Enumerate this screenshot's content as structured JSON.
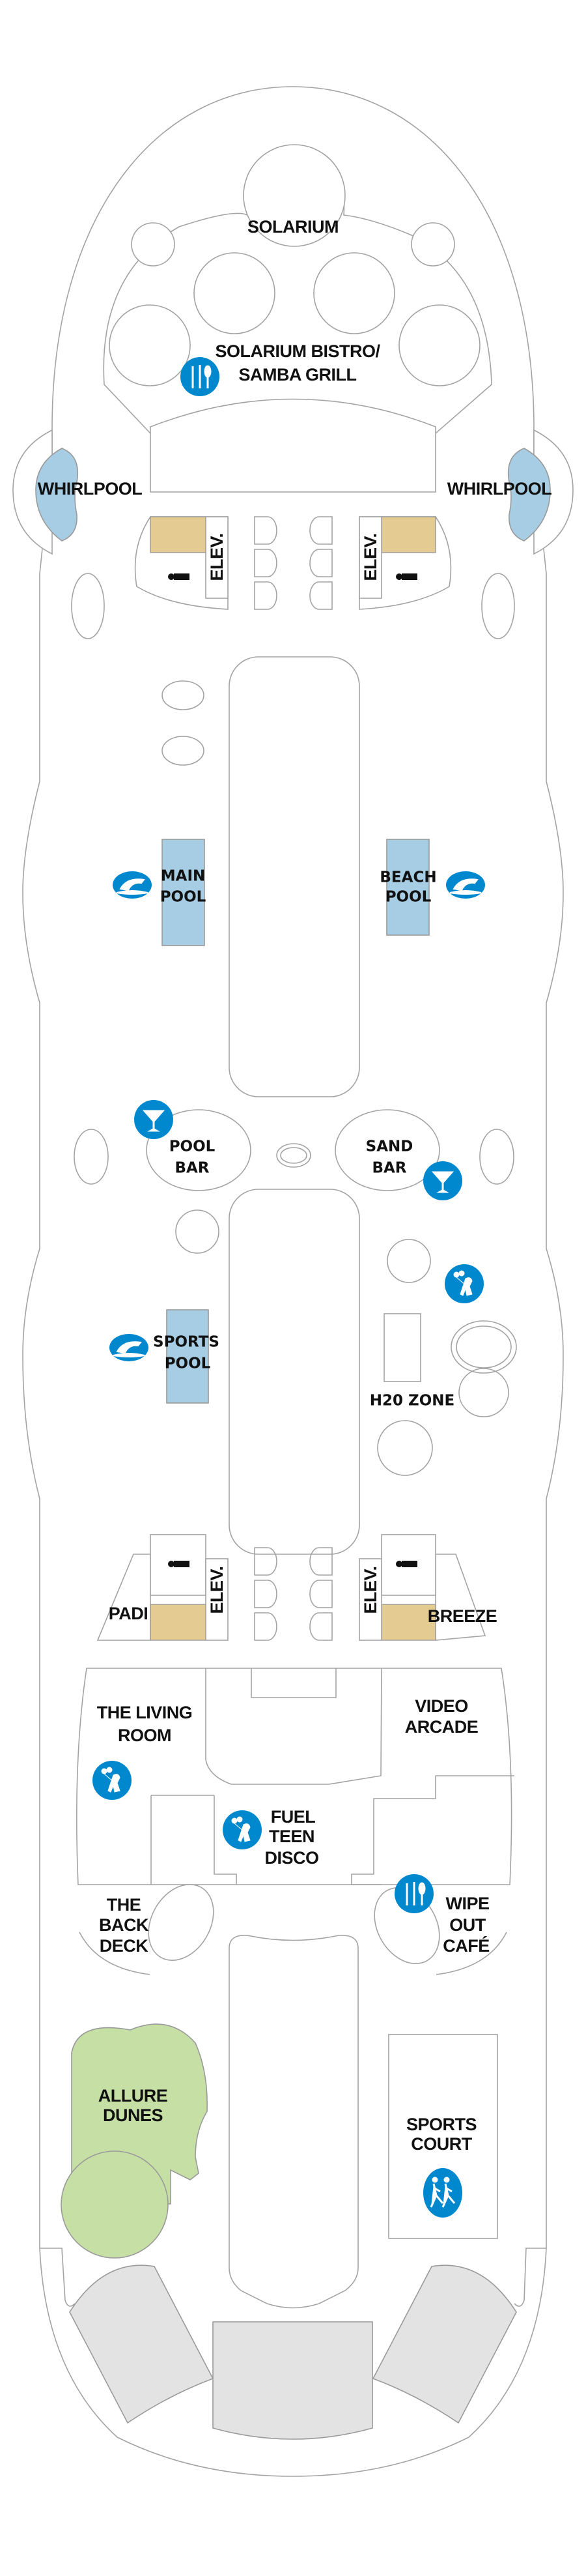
{
  "deck_plan": {
    "colors": {
      "icon": "#0088cf",
      "pool": "#a6cde3",
      "stairs": "#e3cb92",
      "dunes": "#c5dfa5",
      "lifeboat": "#e3e3e3"
    },
    "labels": {
      "solarium": "SOLARIUM",
      "bistro_1": "SOLARIUM BISTRO/",
      "bistro_2": "SAMBA GRILL",
      "whirlpool_left": "WHIRLPOOL",
      "whirlpool_right": "WHIRLPOOL",
      "elev": "ELEV.",
      "main_pool_1": "MAIN",
      "main_pool_2": "POOL",
      "beach_pool_1": "BEACH",
      "beach_pool_2": "POOL",
      "pool_bar_1": "POOL",
      "pool_bar_2": "BAR",
      "sand_bar_1": "SAND",
      "sand_bar_2": "BAR",
      "sports_pool_1": "SPORTS",
      "sports_pool_2": "POOL",
      "h20_zone": "H20 ZONE",
      "padi": "PADI",
      "breeze": "BREEZE",
      "living_room_1": "THE LIVING",
      "living_room_2": "ROOM",
      "video_arcade_1": "VIDEO",
      "video_arcade_2": "ARCADE",
      "fuel_1": "FUEL",
      "fuel_2": "TEEN",
      "fuel_3": "DISCO",
      "back_deck_1": "THE",
      "back_deck_2": "BACK",
      "back_deck_3": "DECK",
      "wipe_out_1": "WIPE",
      "wipe_out_2": "OUT",
      "wipe_out_3": "CAFÉ",
      "allure_dunes_1": "ALLURE",
      "allure_dunes_2": "DUNES",
      "sports_court_1": "SPORTS",
      "sports_court_2": "COURT"
    },
    "icons": [
      "dining-icon",
      "swimming-icon",
      "bar-icon",
      "kids-icon",
      "sports-icon",
      "restroom-icon"
    ]
  }
}
